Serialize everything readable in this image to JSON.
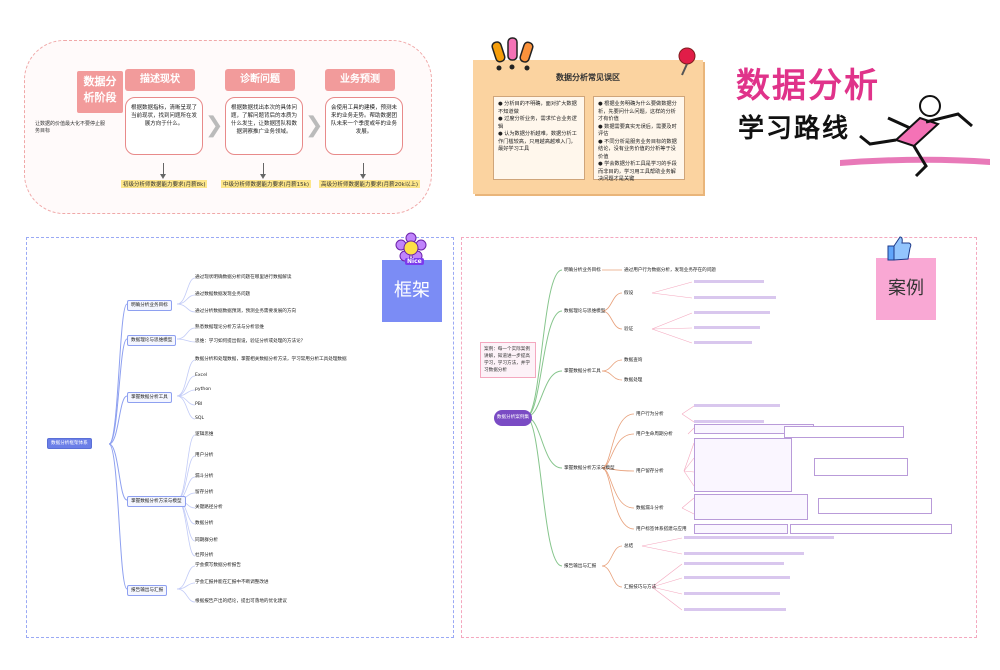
{
  "stages": {
    "title": "数据分析阶段",
    "side_note": "让数据的价值最大化不要停止服务目标",
    "items": [
      {
        "label": "描述现状",
        "body": "根据数据指标，清晰呈现了当前现状，找到问题所在发展方向于什么。",
        "foot": "初级分析师数据能力要求(月薪8k)"
      },
      {
        "label": "诊断问题",
        "body": "根据数据找出本次的具体问题，了解问题背后的本质为什么发生，让数据团队和数据洞察推广业务领域。",
        "foot": "中级分析师数据能力要求(月薪15k)"
      },
      {
        "label": "业务预测",
        "body": "会使用工具的建模，预测未来的业务走势。帮助数据团队未来一个季度或年的业务发展。",
        "foot": "高级分析师数据能力要求(月薪20k以上)"
      }
    ]
  },
  "faq": {
    "title": "数据分析常见误区",
    "left": [
      "● 分析目的不明确，面对扩大数据不知道做",
      "● 过度分析业务，需求忙合业务逻辑",
      "● 认为数据分析越难，数据分析工作门槛较高，只用越高越难入门，最好学习工具"
    ],
    "right": [
      "● 根据业务明确为什么要做数据分析，先要问什么问题，这样的分析才有价值",
      "● 数据需要真实无误后，需要及时评估",
      "● 不同分析是服务业务目标的数据结论，没有业务价值的分析等于没价值",
      "● 学会数据分析工具是学习的手段而非目的，学习用工具帮助业务解决问题才是关键"
    ]
  },
  "hero": {
    "line1": "数据分析",
    "line2": "学习路线"
  },
  "framework": {
    "tag": "框架",
    "badge": "Nice",
    "root": "数据分析框架体系",
    "branches": [
      {
        "label": "明确分析业务目标",
        "children": [
          "通过现状明确数据分析问题在哪里进行数据解读",
          "通过数据数据发现业务问题",
          "通过分析数据数据预测，预测业务需要发展的方向"
        ]
      },
      {
        "label": "数据理论与思维模型",
        "children": [
          "熟悉数据理论分析方法与分析思维",
          "思维：学习如何提出假设，验证分析或处理的方法论？"
        ]
      },
      {
        "label": "掌握数据分析工具",
        "children": [
          "数据分析和处理数据，掌握相关数据分析方法，学习常用分析工具处理数据",
          "Excel",
          "python",
          "PBI",
          "SQL"
        ]
      },
      {
        "label": "掌握数据分析方法与模型",
        "children": [
          "逻辑思维",
          "用户分析",
          "漏斗分析",
          "留存分析",
          "关键路径分析",
          "数据分析",
          "同期群分析",
          "杜邦分析"
        ]
      },
      {
        "label": "报告输出与汇报",
        "children": [
          "学会撰写数据分析报告",
          "学会汇报并能在汇报中不断调整改进",
          "根据报告产出的结论，提出可落地的优化建议"
        ]
      }
    ]
  },
  "cases": {
    "tag": "案例",
    "root": "数据分析案例集",
    "note": "案例：每一个实际案例讲解，知道进一步提高学习，学习方法，并学习数据分析",
    "branches": [
      {
        "label": "明确分析业务目标",
        "children": [
          "通过用户行为数据分析，发现业务存在的问题"
        ]
      },
      {
        "label": "数据理论与思维模型",
        "children": [
          "假设",
          "验证"
        ]
      },
      {
        "label": "掌握数据分析工具",
        "children": [
          "数据查询",
          "数据处理"
        ]
      },
      {
        "label": "掌握数据分析方法与模型",
        "children": [
          "用户行为分析",
          "用户生命周期分析",
          "用户留存分析",
          "数据漏斗分析",
          "用户标签体系搭建与应用"
        ]
      },
      {
        "label": "报告输出与汇报",
        "children": [
          "总结",
          "汇报技巧与方法"
        ]
      }
    ]
  },
  "colors": {
    "pink": "#f29b9b",
    "magenta": "#e0338a",
    "blue": "#7b8cf5",
    "faq": "#fbd3a0",
    "purple": "#7a4bc4"
  }
}
